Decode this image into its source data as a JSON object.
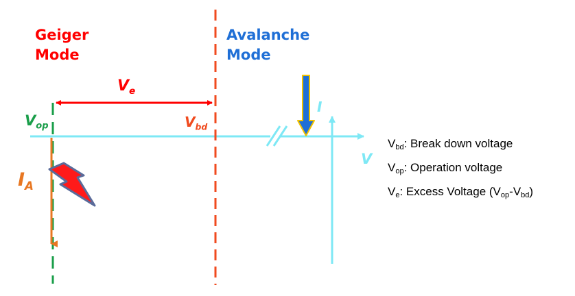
{
  "colors": {
    "geiger": "#ff0000",
    "avalanche": "#1f6fd6",
    "vop_green": "#1a9e4a",
    "vbd_line": "#f04a1e",
    "ia_orange": "#e87722",
    "axis_cyan": "#7ee8f5",
    "arrow_blue": "#1f6fd6",
    "arrow_yellow": "#f2c200",
    "lightning_red": "#ff1a1a",
    "lightning_edge": "#5a6b9a"
  },
  "icons": {
    "lightning": "lightning-bolt-icon",
    "incoming_arrow": "down-arrow-icon",
    "axis_break": "axis-break-icon"
  },
  "modes": {
    "geiger_line1": "Geiger",
    "geiger_line2": "Mode",
    "avalanche_line1": "Avalanche",
    "avalanche_line2": "Mode"
  },
  "symbols": {
    "ve_main": "V",
    "ve_sub": "e",
    "vop_main": "V",
    "vop_sub": "op",
    "vbd_main": "V",
    "vbd_sub": "bd",
    "ia_main": "I",
    "ia_sub": "A",
    "i_axis": "I",
    "v_axis": "V"
  },
  "legend": {
    "vbd": {
      "main": "V",
      "sub": "bd",
      "text": ": Break down voltage"
    },
    "vop": {
      "main": "V",
      "sub": "op",
      "text": ": Operation voltage"
    },
    "ve": {
      "main": "V",
      "sub": "e",
      "text": ":  Excess Voltage (",
      "a_main": "V",
      "a_sub": "op",
      "dash": "-",
      "b_main": "V",
      "b_sub": "bd",
      "close": ")"
    }
  }
}
